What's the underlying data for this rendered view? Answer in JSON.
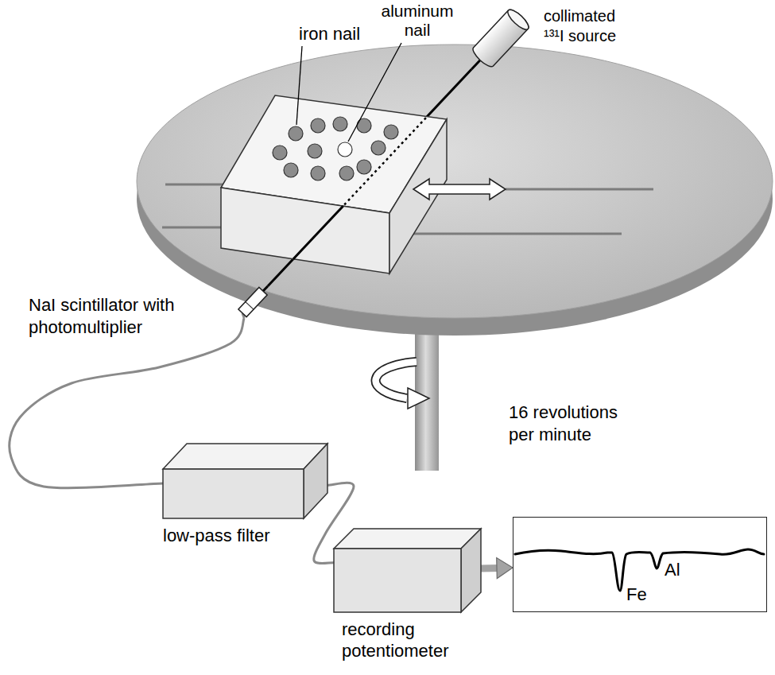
{
  "diagram": {
    "nodes": [
      {
        "text": [
          "collimated ¹³¹I source"
        ]
      },
      {
        "text": [
          "NaI scintillator with photomultiplier"
        ]
      },
      {
        "text": [
          "low-pass filter"
        ]
      },
      {
        "text": [
          "recording potentiometer"
        ]
      },
      {
        "text": [
          "Fe",
          "Al"
        ]
      }
    ],
    "edges": [
      {
        "from": 0,
        "to": 1,
        "arrow": "none"
      },
      {
        "from": 1,
        "to": 2,
        "arrow": "none"
      },
      {
        "from": 2,
        "to": 3,
        "arrow": "none"
      },
      {
        "from": 3,
        "to": 4,
        "arrow": "to"
      }
    ],
    "labels": [
      "iron nail",
      "aluminum nail",
      "16 revolutions per minute"
    ]
  }
}
